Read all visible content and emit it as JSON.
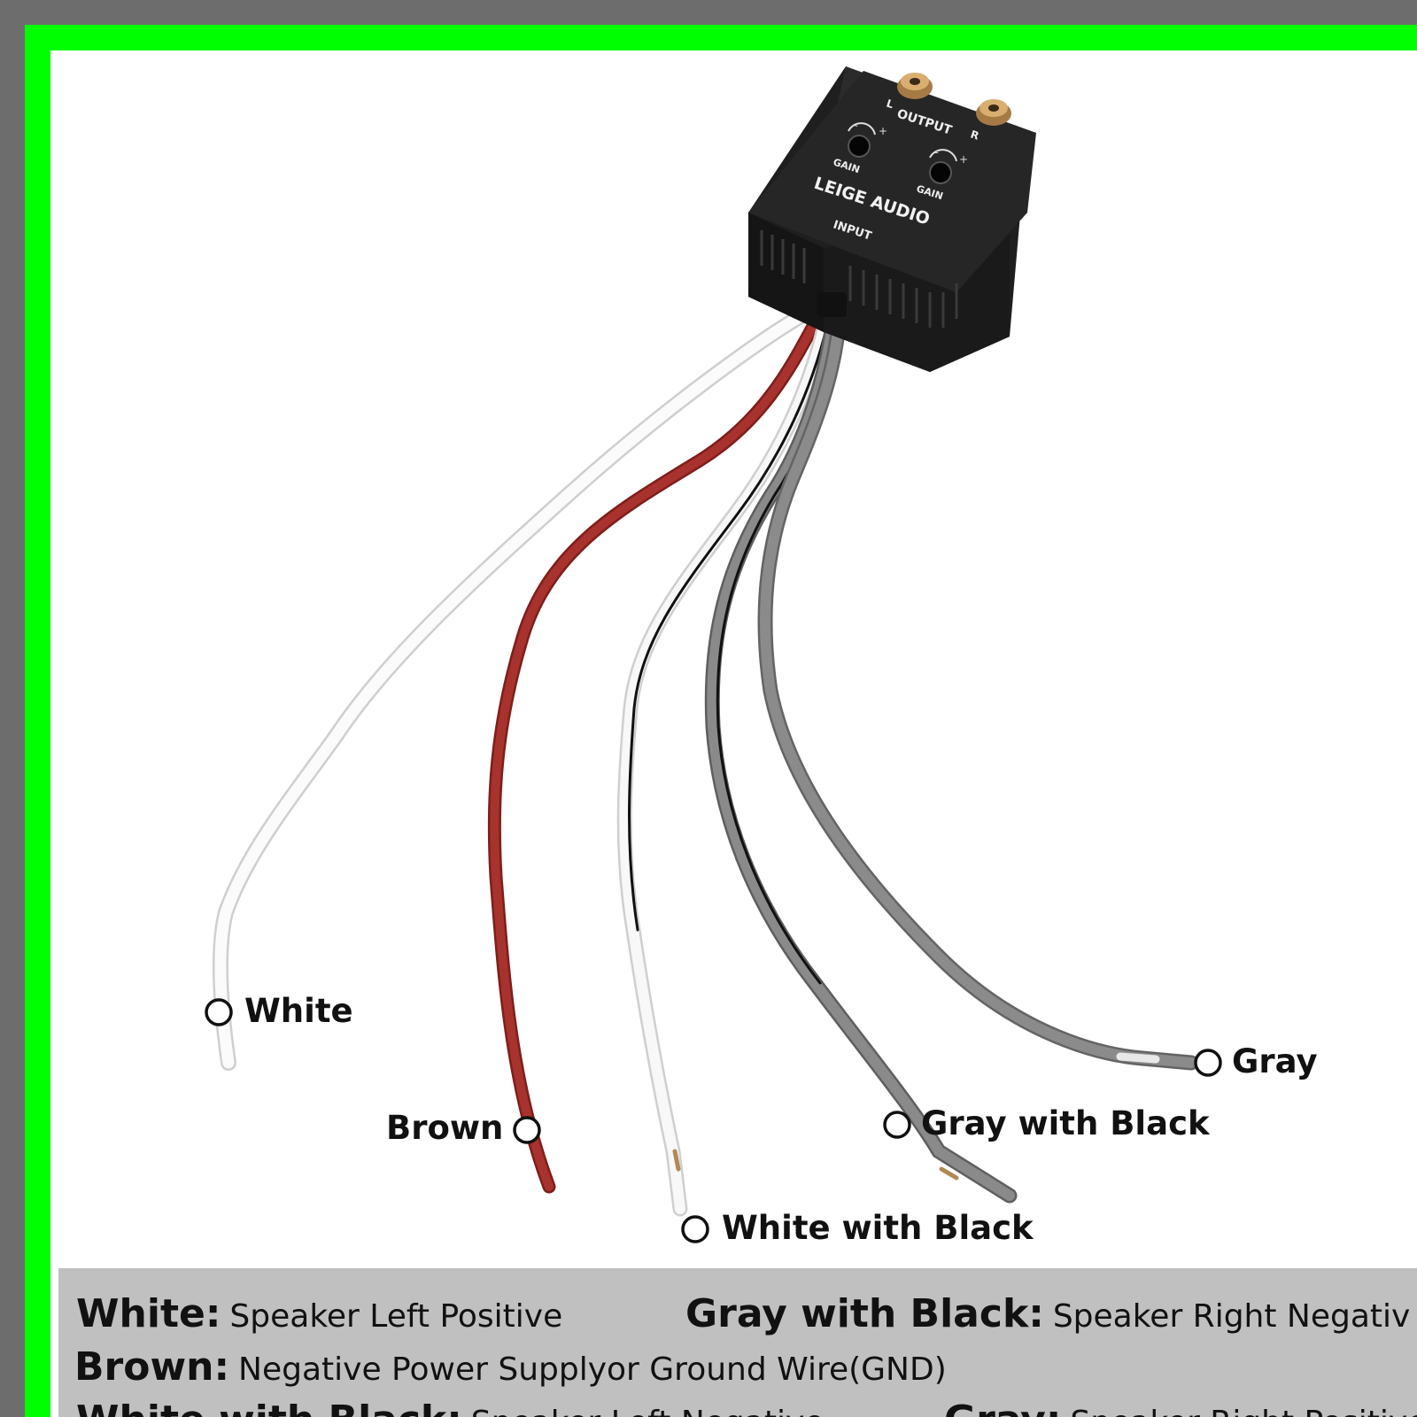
{
  "device": {
    "brand": "LEIGE AUDIO",
    "output_label": "OUTPUT",
    "output_left": "L",
    "output_right": "R",
    "gain_label": "GAIN",
    "input_label": "INPUT"
  },
  "wires": [
    {
      "label": "White",
      "color": "#f2f2f2"
    },
    {
      "label": "Brown",
      "color": "#9e2a26"
    },
    {
      "label": "White with Black",
      "color": "#f5f5f5"
    },
    {
      "label": "Gray with Black",
      "color": "#777777"
    },
    {
      "label": "Gray",
      "color": "#7d7d7d"
    }
  ],
  "legend": [
    {
      "key": "White:",
      "desc": "Speaker Left Positive"
    },
    {
      "key": "Gray with Black:",
      "desc": "Speaker Right Negativ"
    },
    {
      "key": "Brown:",
      "desc": "Negative Power Supplyor Ground Wire(GND)"
    },
    {
      "key": "White with Black:",
      "desc": "Speaker Left Negative"
    },
    {
      "key": "Gray:",
      "desc": "Speaker Right Positive"
    }
  ],
  "colors": {
    "outer_frame": "#6d6d6d",
    "border": "#00ff00",
    "legend_bg": "#c0c0c0"
  }
}
